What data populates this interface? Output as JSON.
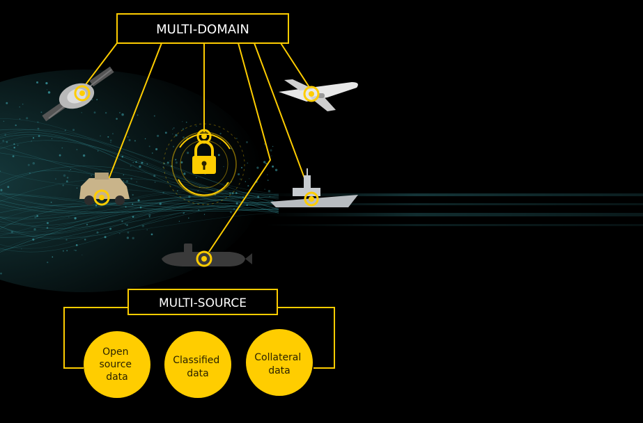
{
  "domain_box": {
    "label": "MULTI-DOMAIN"
  },
  "source_box": {
    "label": "MULTI-SOURCE"
  },
  "sources": [
    {
      "lines": [
        "Open",
        "source",
        "data"
      ]
    },
    {
      "lines": [
        "Classified",
        "data"
      ]
    },
    {
      "lines": [
        "Collateral",
        "data"
      ]
    }
  ],
  "domains": [
    "satellite",
    "aircraft",
    "lock",
    "ground-vehicle",
    "ship",
    "submarine"
  ],
  "colors": {
    "accent": "#FFCD00",
    "background": "#000000",
    "box_border": "#FFCD00",
    "text": "#FFFFFF",
    "circle_text": "#2A2200",
    "network": "#3FA7B0"
  }
}
